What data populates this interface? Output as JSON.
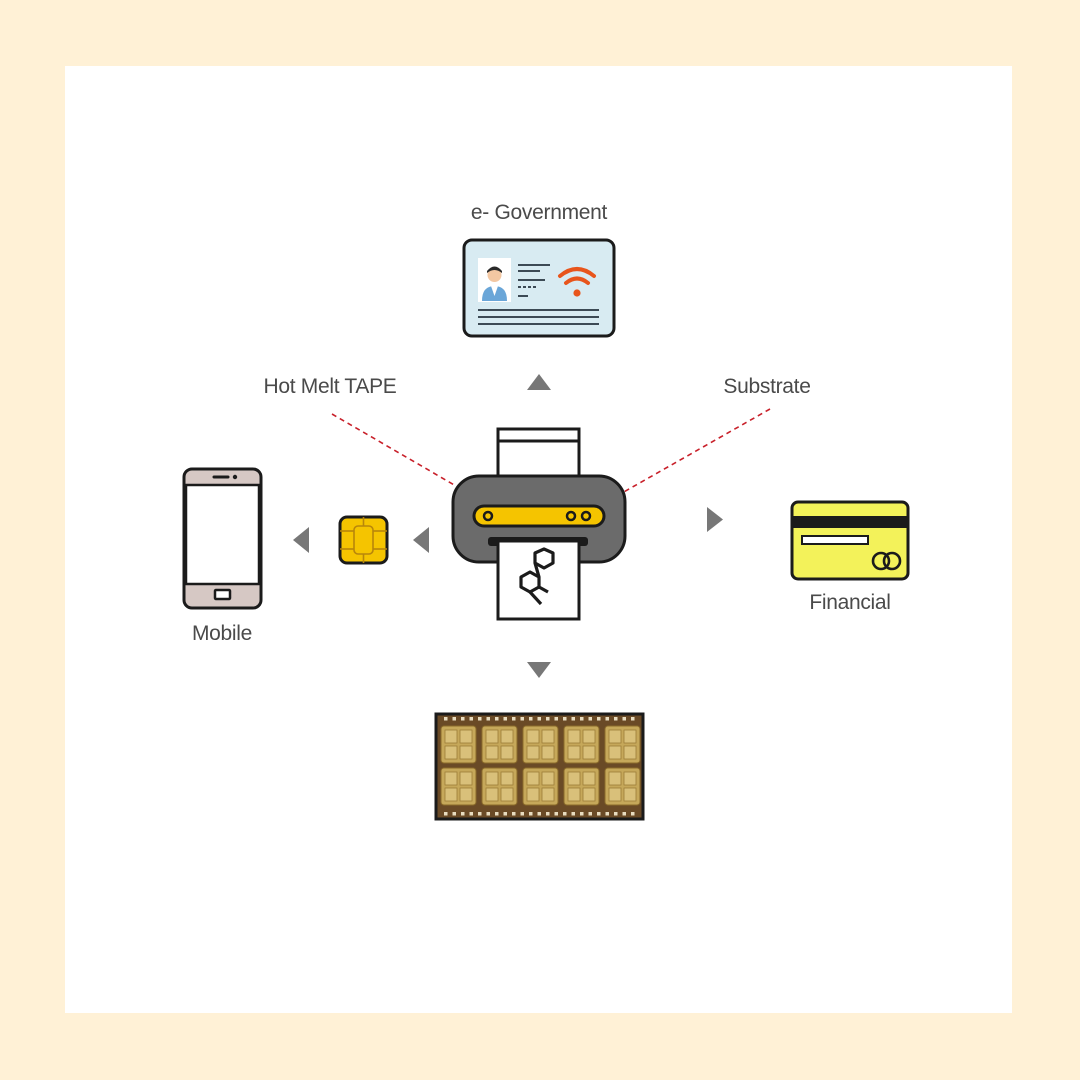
{
  "labels": {
    "egov": "e- Government",
    "hot_melt": "Hot Melt TAPE",
    "substrate": "Substrate",
    "mobile": "Mobile",
    "financial": "Financial"
  },
  "colors": {
    "page_bg": "#fff1d6",
    "panel_bg": "#ffffff",
    "accent_yellow": "#f5c400",
    "card_yellow": "#f3f25a",
    "wifi_orange": "#e8551c",
    "dash_red": "#c8202a",
    "arrow_gray": "#777777",
    "machine_gray": "#6b6b6b",
    "tape_gold": "#c6a85a",
    "tape_brown": "#6a4a26"
  },
  "icons": [
    "id-card-icon",
    "printer-machine-icon",
    "sim-chip-icon",
    "smartphone-icon",
    "credit-card-icon",
    "chip-module-tape-icon"
  ]
}
